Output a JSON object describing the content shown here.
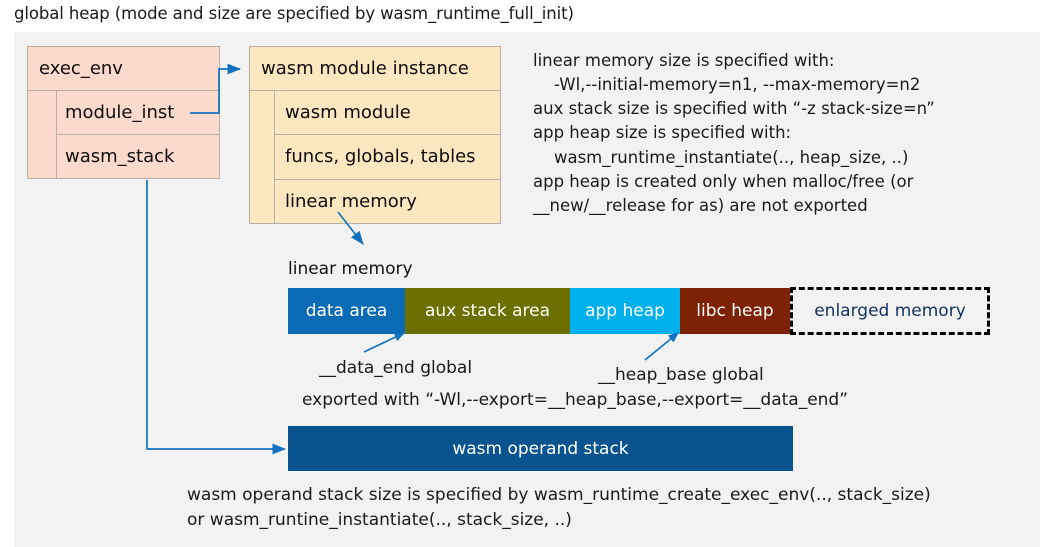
{
  "title": "global heap (mode and size are specified by wasm_runtime_full_init)",
  "colors": {
    "panel_bg": "#f2f2f2",
    "exec_env_fill": "#fbdacd",
    "module_inst_fill": "#fce7c0",
    "box_border": "#b6b0a4",
    "arrow": "#1272bf",
    "data_area": "#0b6bb5",
    "aux_stack_area": "#6b7000",
    "app_heap": "#00b0ec",
    "libc_heap": "#7d2204",
    "enlarged_memory_text": "#12305e",
    "operand_stack": "#09548f"
  },
  "exec_env": {
    "header": "exec_env",
    "fields": [
      {
        "label": "module_inst"
      },
      {
        "label": "wasm_stack"
      }
    ]
  },
  "module_instance": {
    "header": "wasm module instance",
    "fields": [
      {
        "label": "wasm module"
      },
      {
        "label": "funcs, globals, tables"
      },
      {
        "label": "linear memory"
      }
    ]
  },
  "notes": {
    "lines": [
      "linear memory size is specified with:",
      "    -Wl,--initial-memory=n1, --max-memory=n2",
      "aux stack size is specified with “-z stack-size=n”",
      "app heap size is specified with:",
      "    wasm_runtime_instantiate(.., heap_size, ..)",
      "app heap is created only when malloc/free (or",
      "__new/__release for as) are not exported"
    ]
  },
  "linear_memory": {
    "label": "linear memory",
    "segments": [
      {
        "label": "data area",
        "color": "#0b6bb5"
      },
      {
        "label": "aux stack area",
        "color": "#6b7000"
      },
      {
        "label": "app heap",
        "color": "#00b0ec"
      },
      {
        "label": "libc heap",
        "color": "#7d2204"
      },
      {
        "label": "enlarged memory",
        "color": "#f2f2f2"
      }
    ]
  },
  "annotations": {
    "data_end": "__data_end global",
    "heap_base": "__heap_base global",
    "exported_with": "exported with “-Wl,--export=__heap_base,--export=__data_end”"
  },
  "operand_stack": {
    "label": "wasm operand stack",
    "caption_lines": [
      "wasm operand stack size is specified by wasm_runtime_create_exec_env(.., stack_size)",
      "or wasm_runtine_instantiate(.., stack_size, ..)"
    ]
  },
  "icons": {
    "arrow_head": "arrow-head-icon"
  }
}
